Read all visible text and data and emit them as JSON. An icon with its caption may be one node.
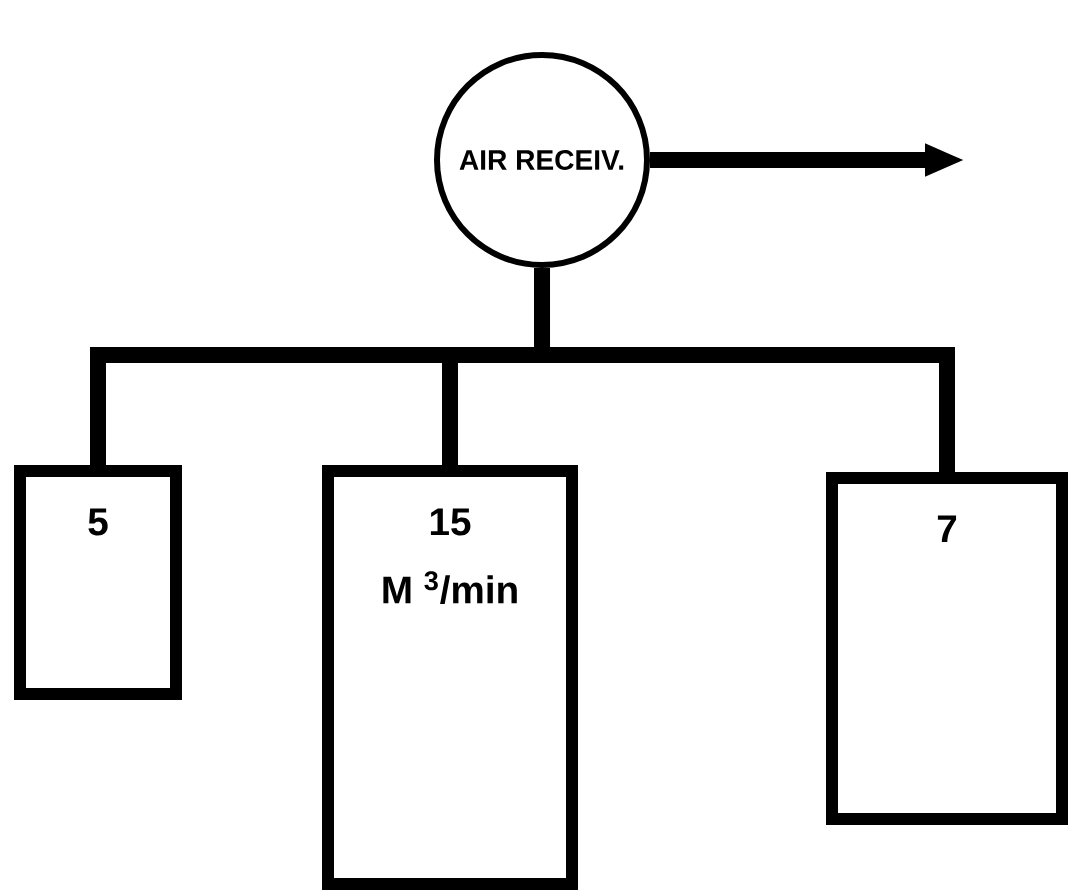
{
  "diagram": {
    "nodes": [
      {
        "text": [
          "AIR RECEIV."
        ]
      },
      {
        "text": [
          "5"
        ]
      },
      {
        "text": [
          "15",
          "M $^{3}$/min"
        ]
      },
      {
        "text": [
          "7"
        ]
      }
    ],
    "edges": [
      {
        "from": 0,
        "to": 1,
        "arrow": "none"
      },
      {
        "from": 0,
        "to": 2,
        "arrow": "none"
      },
      {
        "from": 0,
        "to": 3,
        "arrow": "none"
      },
      {
        "from": 0,
        "to": null,
        "arrow": "to"
      }
    ]
  }
}
